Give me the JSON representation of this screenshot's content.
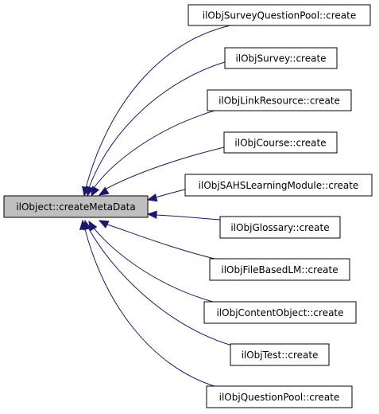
{
  "root": {
    "label": "ilObject::createMetaData"
  },
  "callers": [
    {
      "label": "ilObjSurveyQuestionPool::create"
    },
    {
      "label": "ilObjSurvey::create"
    },
    {
      "label": "ilObjLinkResource::create"
    },
    {
      "label": "ilObjCourse::create"
    },
    {
      "label": "ilObjSAHSLearningModule::create"
    },
    {
      "label": "ilObjGlossary::create"
    },
    {
      "label": "ilObjFileBasedLM::create"
    },
    {
      "label": "ilObjContentObject::create"
    },
    {
      "label": "ilObjTest::create"
    },
    {
      "label": "ilObjQuestionPool::create"
    }
  ],
  "colors": {
    "edge": "#191970",
    "root_fill": "#bfbfbf",
    "node_fill": "#ffffff",
    "border": "#000000"
  }
}
